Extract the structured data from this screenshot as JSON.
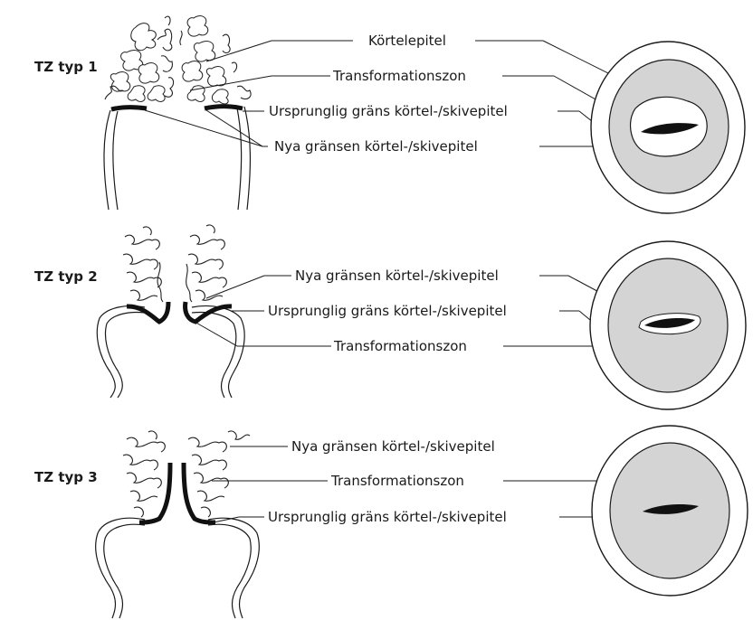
{
  "colors": {
    "ink": "#1a1a1a",
    "zone_fill": "#d4d4d4",
    "background": "#ffffff"
  },
  "rows": [
    {
      "title": "TZ typ 1",
      "labels": [
        "Körtelepitel",
        "Transformationszon",
        "Ursprunglig gräns körtel-/skivepitel",
        "Nya gränsen körtel-/skivepitel"
      ]
    },
    {
      "title": "TZ typ 2",
      "labels": [
        "Nya gränsen körtel-/skivepitel",
        "Ursprunglig gräns körtel-/skivepitel",
        "Transformationszon"
      ]
    },
    {
      "title": "TZ typ 3",
      "labels": [
        "Nya gränsen körtel-/skivepitel",
        "Transformationszon",
        "Ursprunglig gräns körtel-/skivepitel"
      ]
    }
  ]
}
